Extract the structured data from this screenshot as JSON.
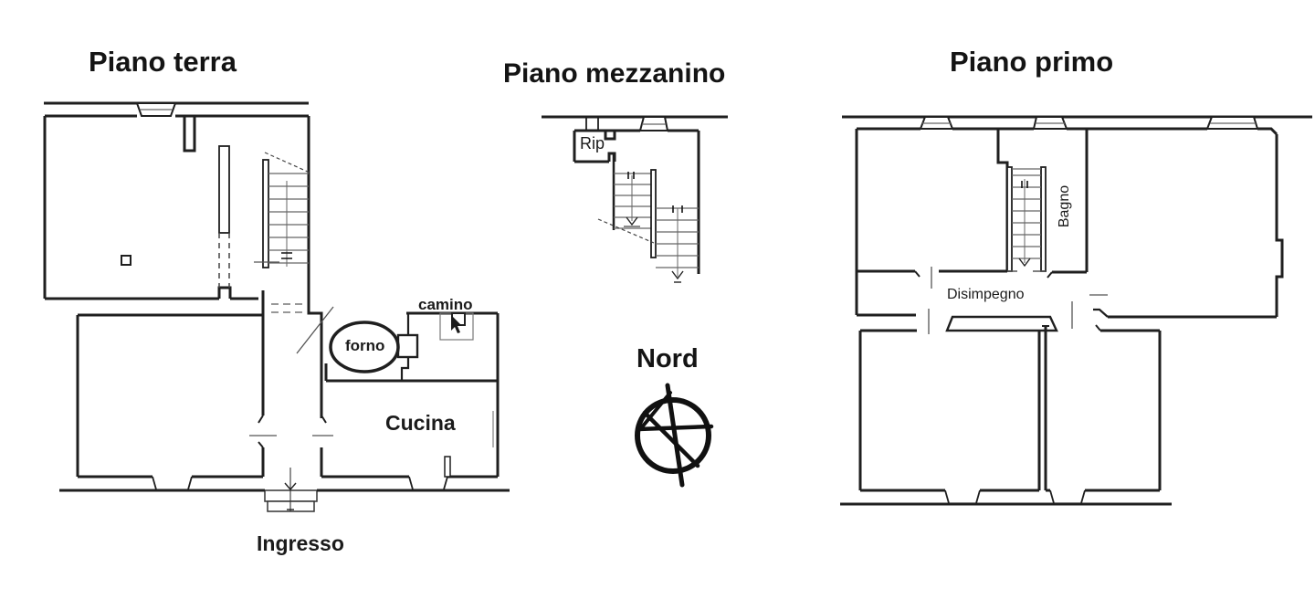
{
  "titles": {
    "ground": "Piano terra",
    "mezzanine": "Piano mezzanino",
    "first": "Piano primo"
  },
  "rooms": {
    "rip": "Rip",
    "camino": "camino",
    "forno": "forno",
    "cucina": "Cucina",
    "ingresso": "Ingresso",
    "bagno": "Bagno",
    "disimpegno": "Disimpegno"
  },
  "compass": {
    "label": "Nord"
  },
  "colors": {
    "wall": "#1f1f1f",
    "detail": "#666666",
    "background": "#ffffff"
  }
}
